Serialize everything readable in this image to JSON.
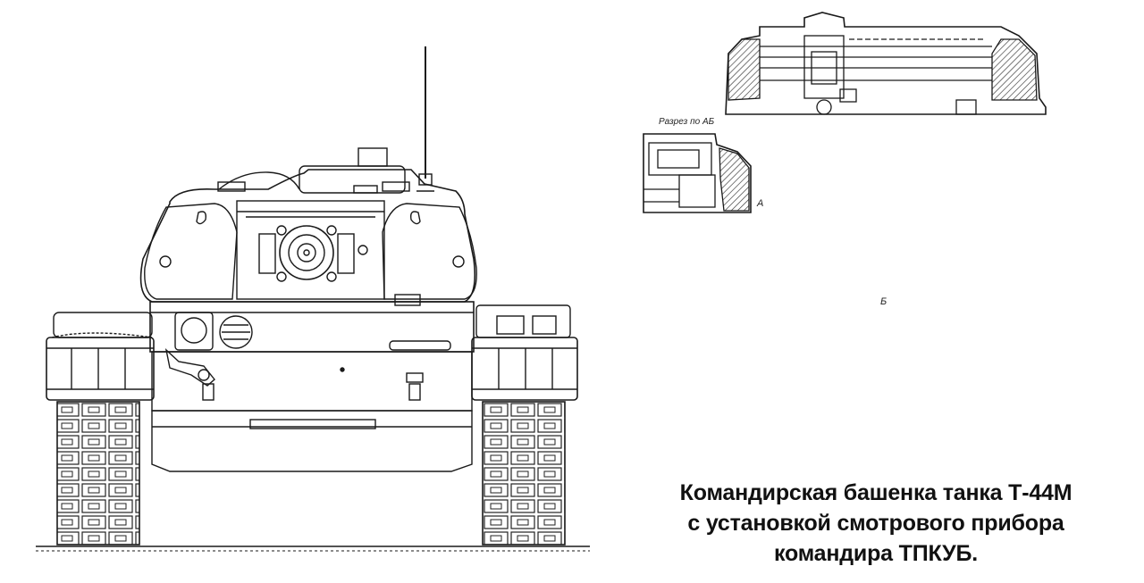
{
  "section_label": "Разрез по АБ",
  "marks": {
    "a": "А",
    "b": "Б"
  },
  "caption": {
    "line1": "Командирская башенка танка Т-44М",
    "line2": "с установкой смотрового прибора",
    "line3": "командира ТПКУБ."
  },
  "colors": {
    "ink": "#111111",
    "paper": "#ffffff",
    "hatch": "#333333"
  }
}
